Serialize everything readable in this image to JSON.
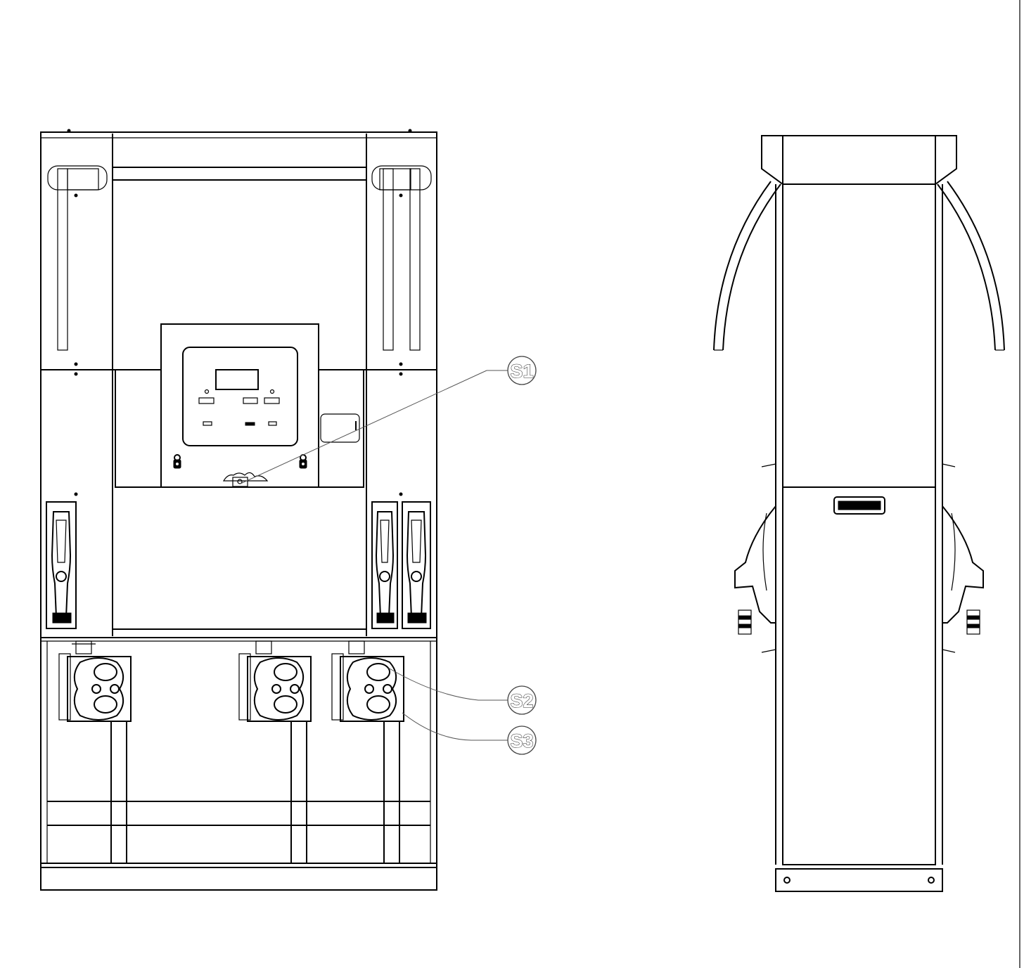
{
  "callouts": {
    "s1": "S1",
    "s2": "S2",
    "s3": "S3"
  },
  "colors": {
    "line": "#000000",
    "leader": "#555555",
    "background": "#ffffff"
  }
}
